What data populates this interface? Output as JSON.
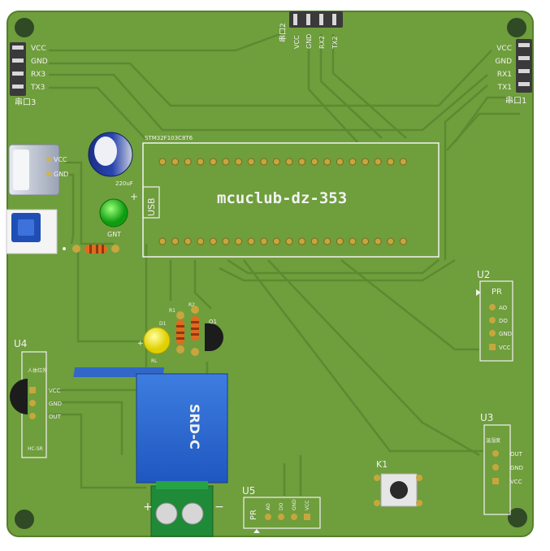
{
  "board": {
    "title": "mcuclub-dz-353",
    "colors": {
      "pcb": "#6f9e3c",
      "pcb_edge": "#5d8a2e",
      "trace": "#5f8c33",
      "silk": "#f2f2f2",
      "hole": "#2f4a25"
    }
  },
  "serial_ports": {
    "uart3": {
      "name": "串口3",
      "pins": [
        "VCC",
        "GND",
        "RX3",
        "TX3"
      ]
    },
    "uart2": {
      "name": "串口2",
      "pins": [
        "VCC",
        "GND",
        "RX2",
        "TX2"
      ]
    },
    "uart1": {
      "name": "串口1",
      "pins": [
        "VCC",
        "GND",
        "RX1",
        "TX1"
      ]
    }
  },
  "usb_power": {
    "pins": [
      "VCC",
      "GND"
    ]
  },
  "capacitor": {
    "value": "220uF",
    "polarity": "+"
  },
  "power_led": {
    "label": "GNT"
  },
  "mcu": {
    "header_label": "STM32F103C8T6",
    "usb_label": "USB"
  },
  "modules": {
    "u2": {
      "ref": "U2",
      "title": "PR",
      "pins": [
        "AO",
        "DO",
        "GND",
        "VCC"
      ]
    },
    "u3": {
      "ref": "U3",
      "title": "温湿度",
      "pins": [
        "OUT",
        "GND",
        "VCC"
      ]
    },
    "u4": {
      "ref": "U4",
      "title": "人体红外",
      "pins": [
        "VCC",
        "GND",
        "OUT"
      ],
      "footer": "HC-SR"
    },
    "u5": {
      "ref": "U5",
      "title": "PR",
      "pins": [
        "AO",
        "DO",
        "GND",
        "VCC"
      ]
    }
  },
  "relay": {
    "model": "SRD-C"
  },
  "led_d1": {
    "label": "D1",
    "sub": "RL"
  },
  "resistor_labels": [
    "R1",
    "R2"
  ],
  "transistor": {
    "label": "Q1"
  },
  "button": {
    "ref": "K1"
  },
  "terminal": {
    "plus": "+",
    "minus": "−"
  }
}
